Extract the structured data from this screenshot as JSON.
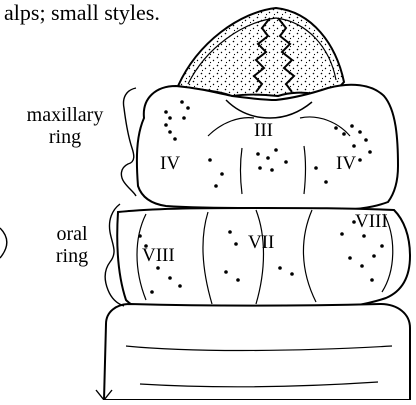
{
  "caption_fragment": "alps; small styles.",
  "labels": {
    "maxillary_ring": [
      "maxillary",
      "ring"
    ],
    "oral_ring": [
      "oral",
      "ring"
    ]
  },
  "zones": {
    "iii": "III",
    "iv_left": "IV",
    "iv_right": "IV",
    "vii": "VII",
    "viii_left": "VIII",
    "viii_right": "VIII"
  }
}
